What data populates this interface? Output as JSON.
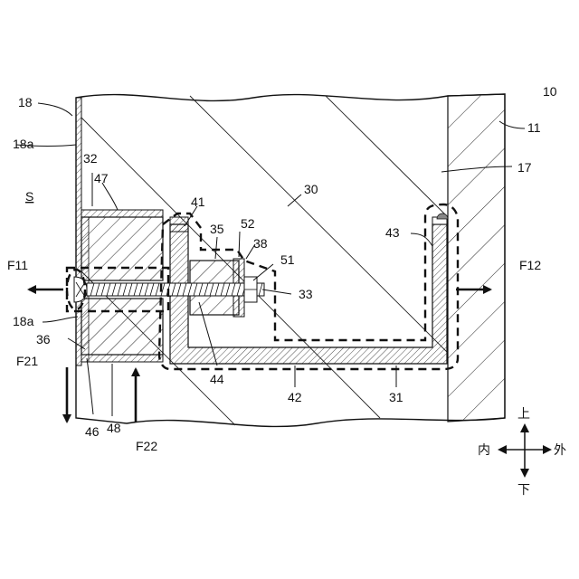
{
  "labels": {
    "n10": "10",
    "n11": "11",
    "n17": "17",
    "n18": "18",
    "n18a_top": "18a",
    "n18a_mid": "18a",
    "n30": "30",
    "n31": "31",
    "n32": "32",
    "n33": "33",
    "n35": "35",
    "n36": "36",
    "n38": "38",
    "n41": "41",
    "n42": "42",
    "n43": "43",
    "n44": "44",
    "n46": "46",
    "n47": "47",
    "n48": "48",
    "n51": "51",
    "n52": "52",
    "S": "S"
  },
  "forces": {
    "F11": "F11",
    "F12": "F12",
    "F21": "F21",
    "F22": "F22"
  },
  "compass": {
    "up": "上",
    "down": "下",
    "inner": "内",
    "outer": "外"
  },
  "icons": {
    "compass": "four-way-arrow-icon"
  }
}
